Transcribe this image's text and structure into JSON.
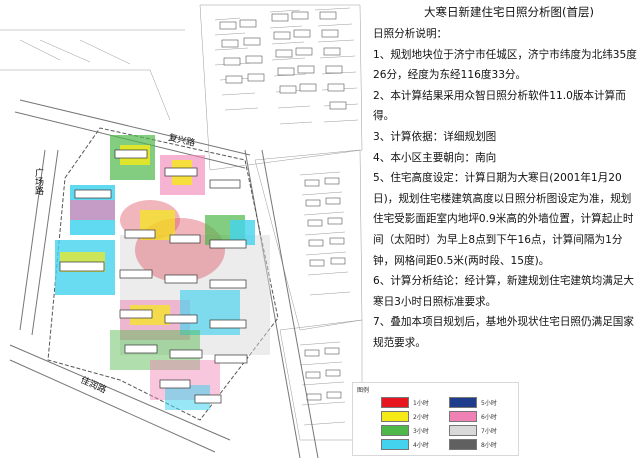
{
  "title": "大寒日新建住宅日照分析图(首层)",
  "notes": {
    "heading": "日照分析说明：",
    "items": [
      "1、规划地块位于济宁市任城区，济宁市纬度为北纬35度26分，经度为东经116度33分。",
      "2、本计算结果采用众智日照分析软件11.0版本计算而得。",
      "3、计算依据：详细规划图",
      "4、本小区主要朝向：南向",
      "5、住宅高度设定：计算日期为大寒日(2001年1月20日)，规划住宅楼建筑高度以日照分析图设定为准，规划住宅受影面距室内地坪0.9米高的外墙位置，计算起止时间（太阳时）为早上8点到下午16点，计算间隔为1分钟，网格间距0.5米(两时段、15度)。",
      "6、计算分析结论：经计算，新建规划住宅建筑均满足大寒日3小时日照标准要求。",
      "7、叠加本项目规划后，基地外现状住宅日照仍满足国家规范要求。"
    ]
  },
  "map": {
    "roads": [
      "复兴路",
      "广场路",
      "佳润路"
    ]
  },
  "legend": {
    "title": "图例",
    "items": [
      {
        "label": "1小时",
        "color": "#e8161e"
      },
      {
        "label": "2小时",
        "color": "#f6ea16"
      },
      {
        "label": "3小时",
        "color": "#4fb84a"
      },
      {
        "label": "4小时",
        "color": "#43d3ef"
      },
      {
        "label": "5小时",
        "color": "#1e3c8c"
      },
      {
        "label": "6小时",
        "color": "#f081b4"
      },
      {
        "label": "7小时",
        "color": "#d9d9d9"
      },
      {
        "label": "8小时",
        "color": "#606060"
      }
    ]
  }
}
